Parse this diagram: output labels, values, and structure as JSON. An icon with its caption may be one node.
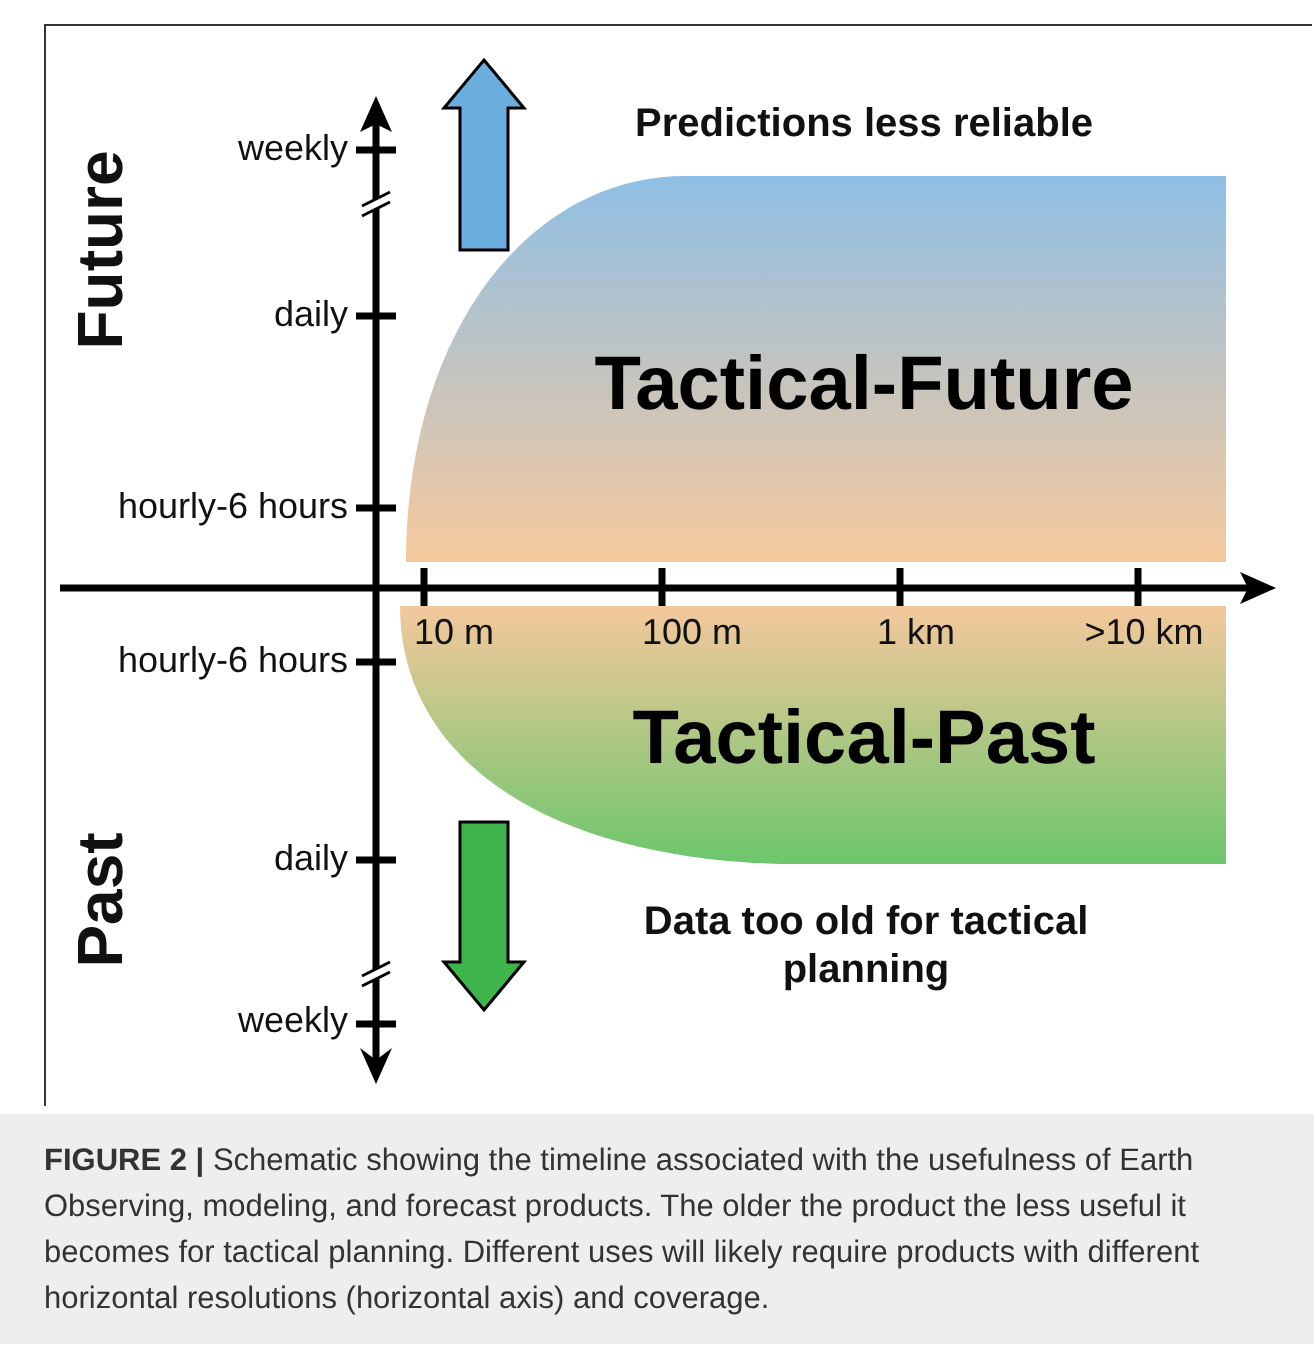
{
  "diagram": {
    "caption": "**FIGURE 2 |** Schematic showing the timeline associated with the usefulness of Earth Observing, modeling, and forecast products. The older the product the less useful it becomes for tactical planning. Different uses will likely require products with different horizontal resolutions (horizontal axis) and coverage.",
    "nodes": [
      {
        "text": [
          "Tactical-Future"
        ]
      },
      {
        "text": [
          "Tactical-Past"
        ]
      }
    ],
    "edges": [],
    "labels": [
      "Predictions less reliable",
      "Future",
      "weekly",
      "daily",
      "hourly-6 hours",
      "10 m",
      "100 m",
      "1 km",
      ">10 km",
      "hourly-6 hours",
      "Past",
      "daily",
      "Data too old for tactical planning",
      "weekly"
    ]
  }
}
